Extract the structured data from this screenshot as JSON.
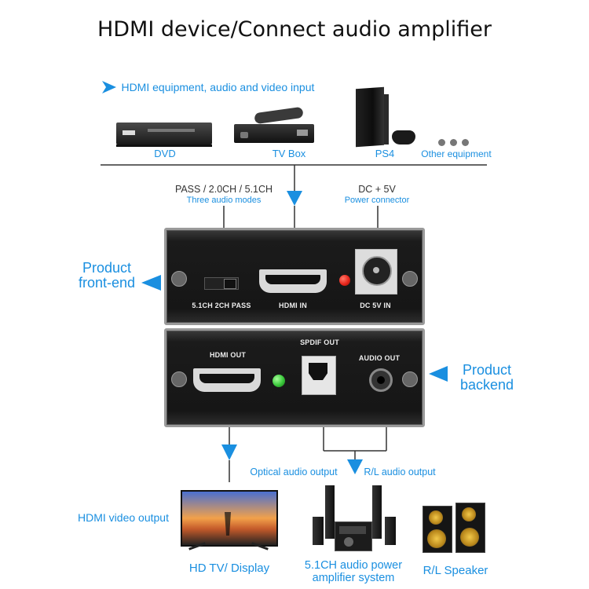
{
  "title": "HDMI device/Connect audio amplifier",
  "input_heading": "HDMI equipment, audio and video input",
  "sources": [
    {
      "label": "DVD"
    },
    {
      "label": "TV Box"
    },
    {
      "label": "PS4"
    },
    {
      "label": "Other equipment"
    }
  ],
  "modes": {
    "label": "PASS / 2.0CH / 5.1CH",
    "sub": "Three audio modes"
  },
  "power": {
    "label": "DC + 5V",
    "sub": "Power connector"
  },
  "front_label": "Product\nfront-end",
  "back_label": "Product\nbackend",
  "front_panel": {
    "switch_label": "5.1CH 2CH PASS",
    "hdmi_in": "HDMI IN",
    "dc_in": "DC 5V IN"
  },
  "back_panel": {
    "hdmi_out": "HDMI OUT",
    "spdif_out": "SPDIF OUT",
    "audio_out": "AUDIO OUT"
  },
  "outputs": {
    "optical": "Optical audio output",
    "rl": "R/L audio output",
    "video_label": "HDMI video output",
    "tv": "HD TV/ Display",
    "amp": "5.1CH audio power\namplifier system",
    "speaker": "R/L Speaker"
  },
  "colors": {
    "accent": "#1a8fe0",
    "panel": "#1b1b1b",
    "led_red": "#e8261c",
    "led_green": "#39c83a"
  }
}
